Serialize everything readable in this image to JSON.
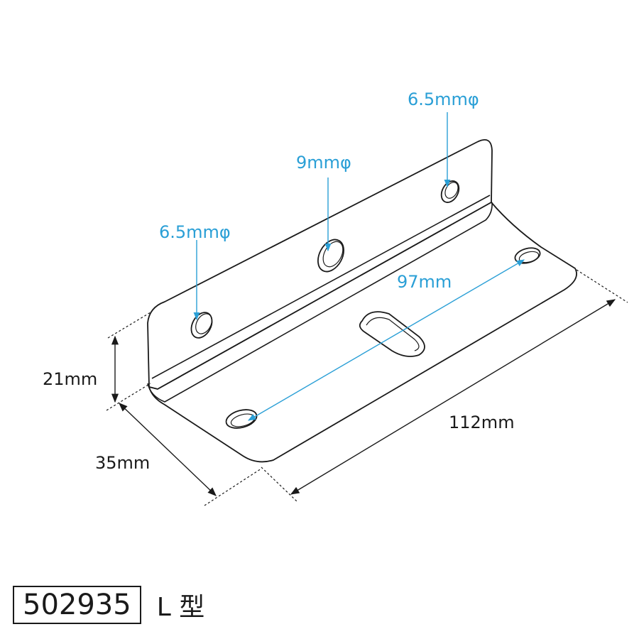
{
  "dimensions": {
    "hole_top_right": "6.5mmφ",
    "hole_center": "9mmφ",
    "hole_left": "6.5mmφ",
    "spacing": "97mm",
    "height": "21mm",
    "depth": "35mm",
    "length": "112mm"
  },
  "product": {
    "number": "502935",
    "type": "L 型"
  },
  "colors": {
    "annotation": "#2a9fd6",
    "line": "#1a1a1a"
  }
}
